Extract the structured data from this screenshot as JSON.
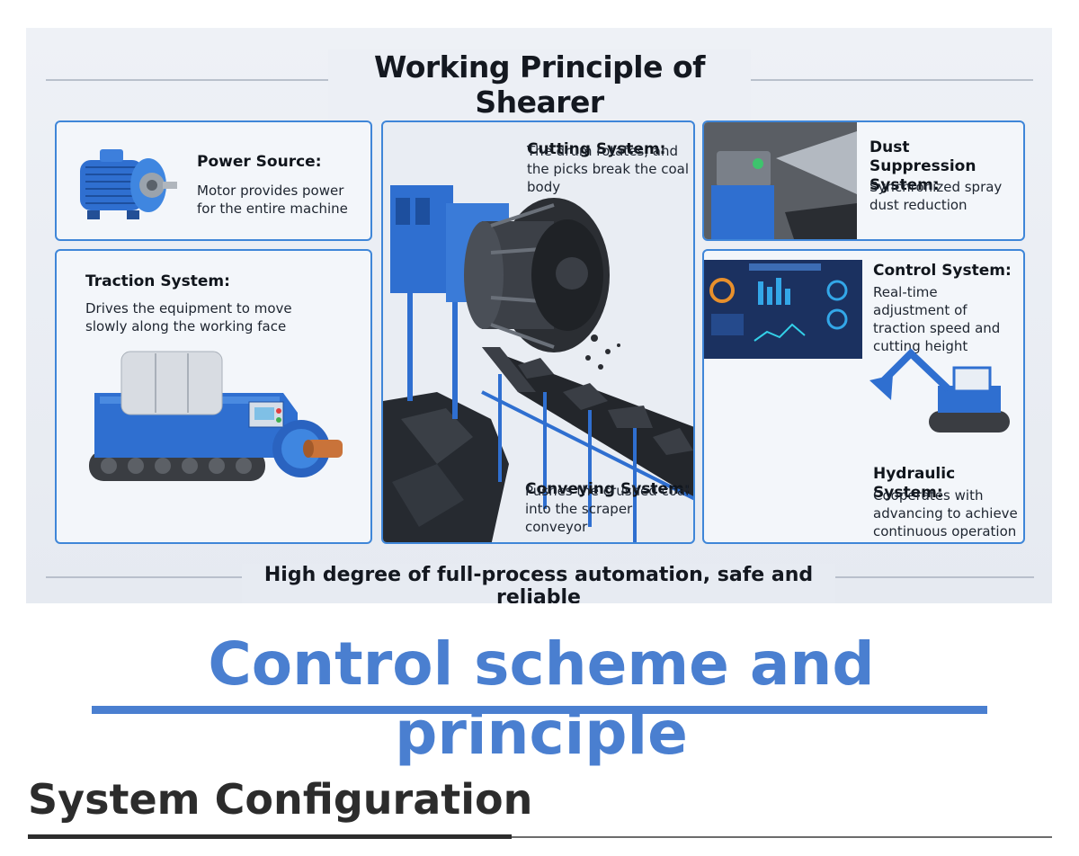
{
  "infographic": {
    "title": "Working Principle of Shearer",
    "footer": "High degree of full-process automation, safe and reliable",
    "power": {
      "title": "Power Source:",
      "desc": "Motor provides power for the entire machine"
    },
    "traction": {
      "title": "Traction System:",
      "desc": "Drives the equipment to move slowly along the working face"
    },
    "cutting": {
      "title": "Cutting System:",
      "desc": "The drum rotates, and the picks break the coal body"
    },
    "conveying": {
      "title": "Conveying System:",
      "desc": "Pushes the crushed coal into the scraper conveyor"
    },
    "dust": {
      "title": "Dust Suppression System:",
      "desc": "Synchronized spray dust reduction"
    },
    "control": {
      "title": "Control System:",
      "desc": "Real-time adjustment of traction speed and cutting height"
    },
    "hydraulic": {
      "title": "Hydraulic System:",
      "desc": "Cooperates with advancing to achieve continuous operation"
    },
    "accent_color": "#3f86d8",
    "machine_color": "#2f6fd0"
  },
  "page": {
    "main_heading": "Control scheme and principle",
    "section_heading": "System Configuration",
    "heading_color": "#4a7fd0"
  }
}
